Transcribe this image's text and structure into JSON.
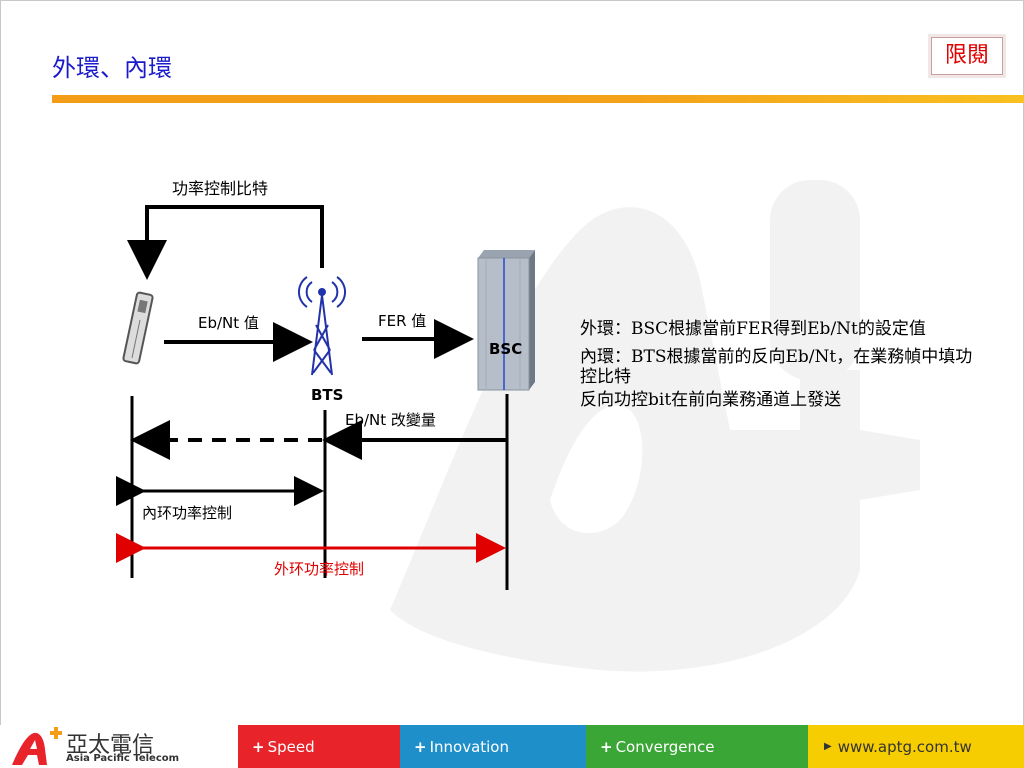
{
  "header": {
    "title": "外環、內環",
    "stamp": "限閱"
  },
  "diagram": {
    "top_label": "功率控制比特",
    "ebnt_value": "Eb/Nt 值",
    "fer_value": "FER 值",
    "bts_label": "BTS",
    "bsc_label": "BSC",
    "ebnt_change": "Eb/Nt 改變量",
    "inner_loop": "內环功率控制",
    "outer_loop": "外环功率控制"
  },
  "description": {
    "line1": "外環：BSC根據當前FER得到Eb/Nt的設定值",
    "line2": "內環：BTS根據當前的反向Eb/Nt，在業務幀中填功控比特",
    "line3": "反向功控bit在前向業務通道上發送"
  },
  "footer": {
    "brand_cn": "亞太電信",
    "brand_en": "Asia Pacific Telecom",
    "tag1": "Speed",
    "tag2": "Innovation",
    "tag3": "Convergence",
    "website": "www.aptg.com.tw"
  },
  "colors": {
    "title": "#1a1acc",
    "accent_red": "#e00000",
    "orange_rule": "#f39c18",
    "footer_red": "#e8232a",
    "footer_blue": "#1f8fc9",
    "footer_green": "#3aa635",
    "footer_yellow": "#f6cd00"
  }
}
